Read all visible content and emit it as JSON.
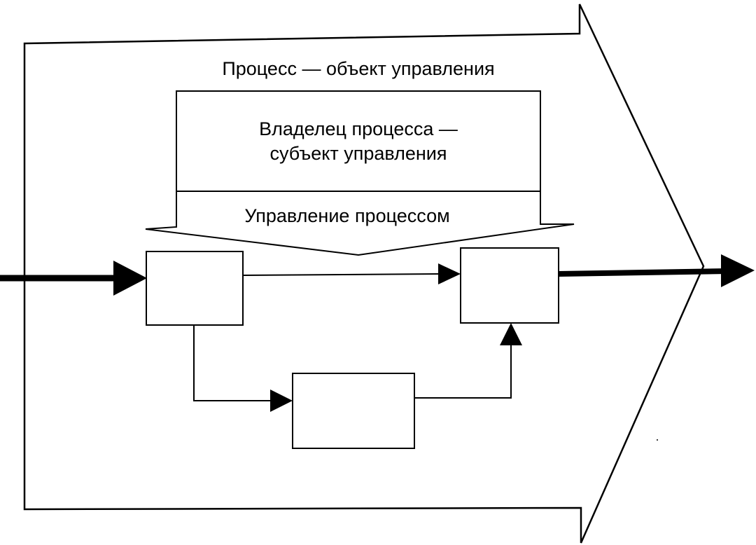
{
  "diagram": {
    "process_label": "Процесс — объект управления",
    "owner_label_line1": "Владелец процесса —",
    "owner_label_line2": "субъект управления",
    "control_label": "Управление процессом"
  },
  "colors": {
    "ink": "#000000",
    "paper": "#ffffff"
  },
  "icons": {
    "arrowheads": "filled-triangle"
  }
}
